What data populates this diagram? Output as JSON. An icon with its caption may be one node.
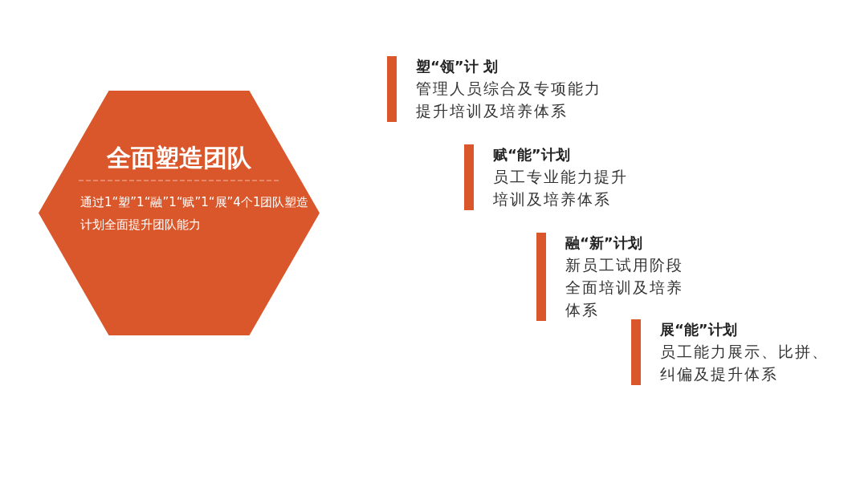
{
  "diagram": {
    "nodes": [
      {
        "text": [
          "全面塑造团队",
          "通过1“塑”1“融”1“赋”1“展”4个1团队塑造计划全面提升团队能力"
        ]
      },
      {
        "text": [
          "塑“领”计 划",
          "管理人员综合及专项能力提升培训及培养体系"
        ]
      },
      {
        "text": [
          "赋“能”计划",
          "员工专业能力提升培训及培养体系"
        ]
      },
      {
        "text": [
          "融“新”计划",
          "新员工试用阶段全面培训及培养体系"
        ]
      },
      {
        "text": [
          "展“能”计划",
          "员工能力展示、比拼、纠偏及提升体系"
        ]
      }
    ]
  }
}
